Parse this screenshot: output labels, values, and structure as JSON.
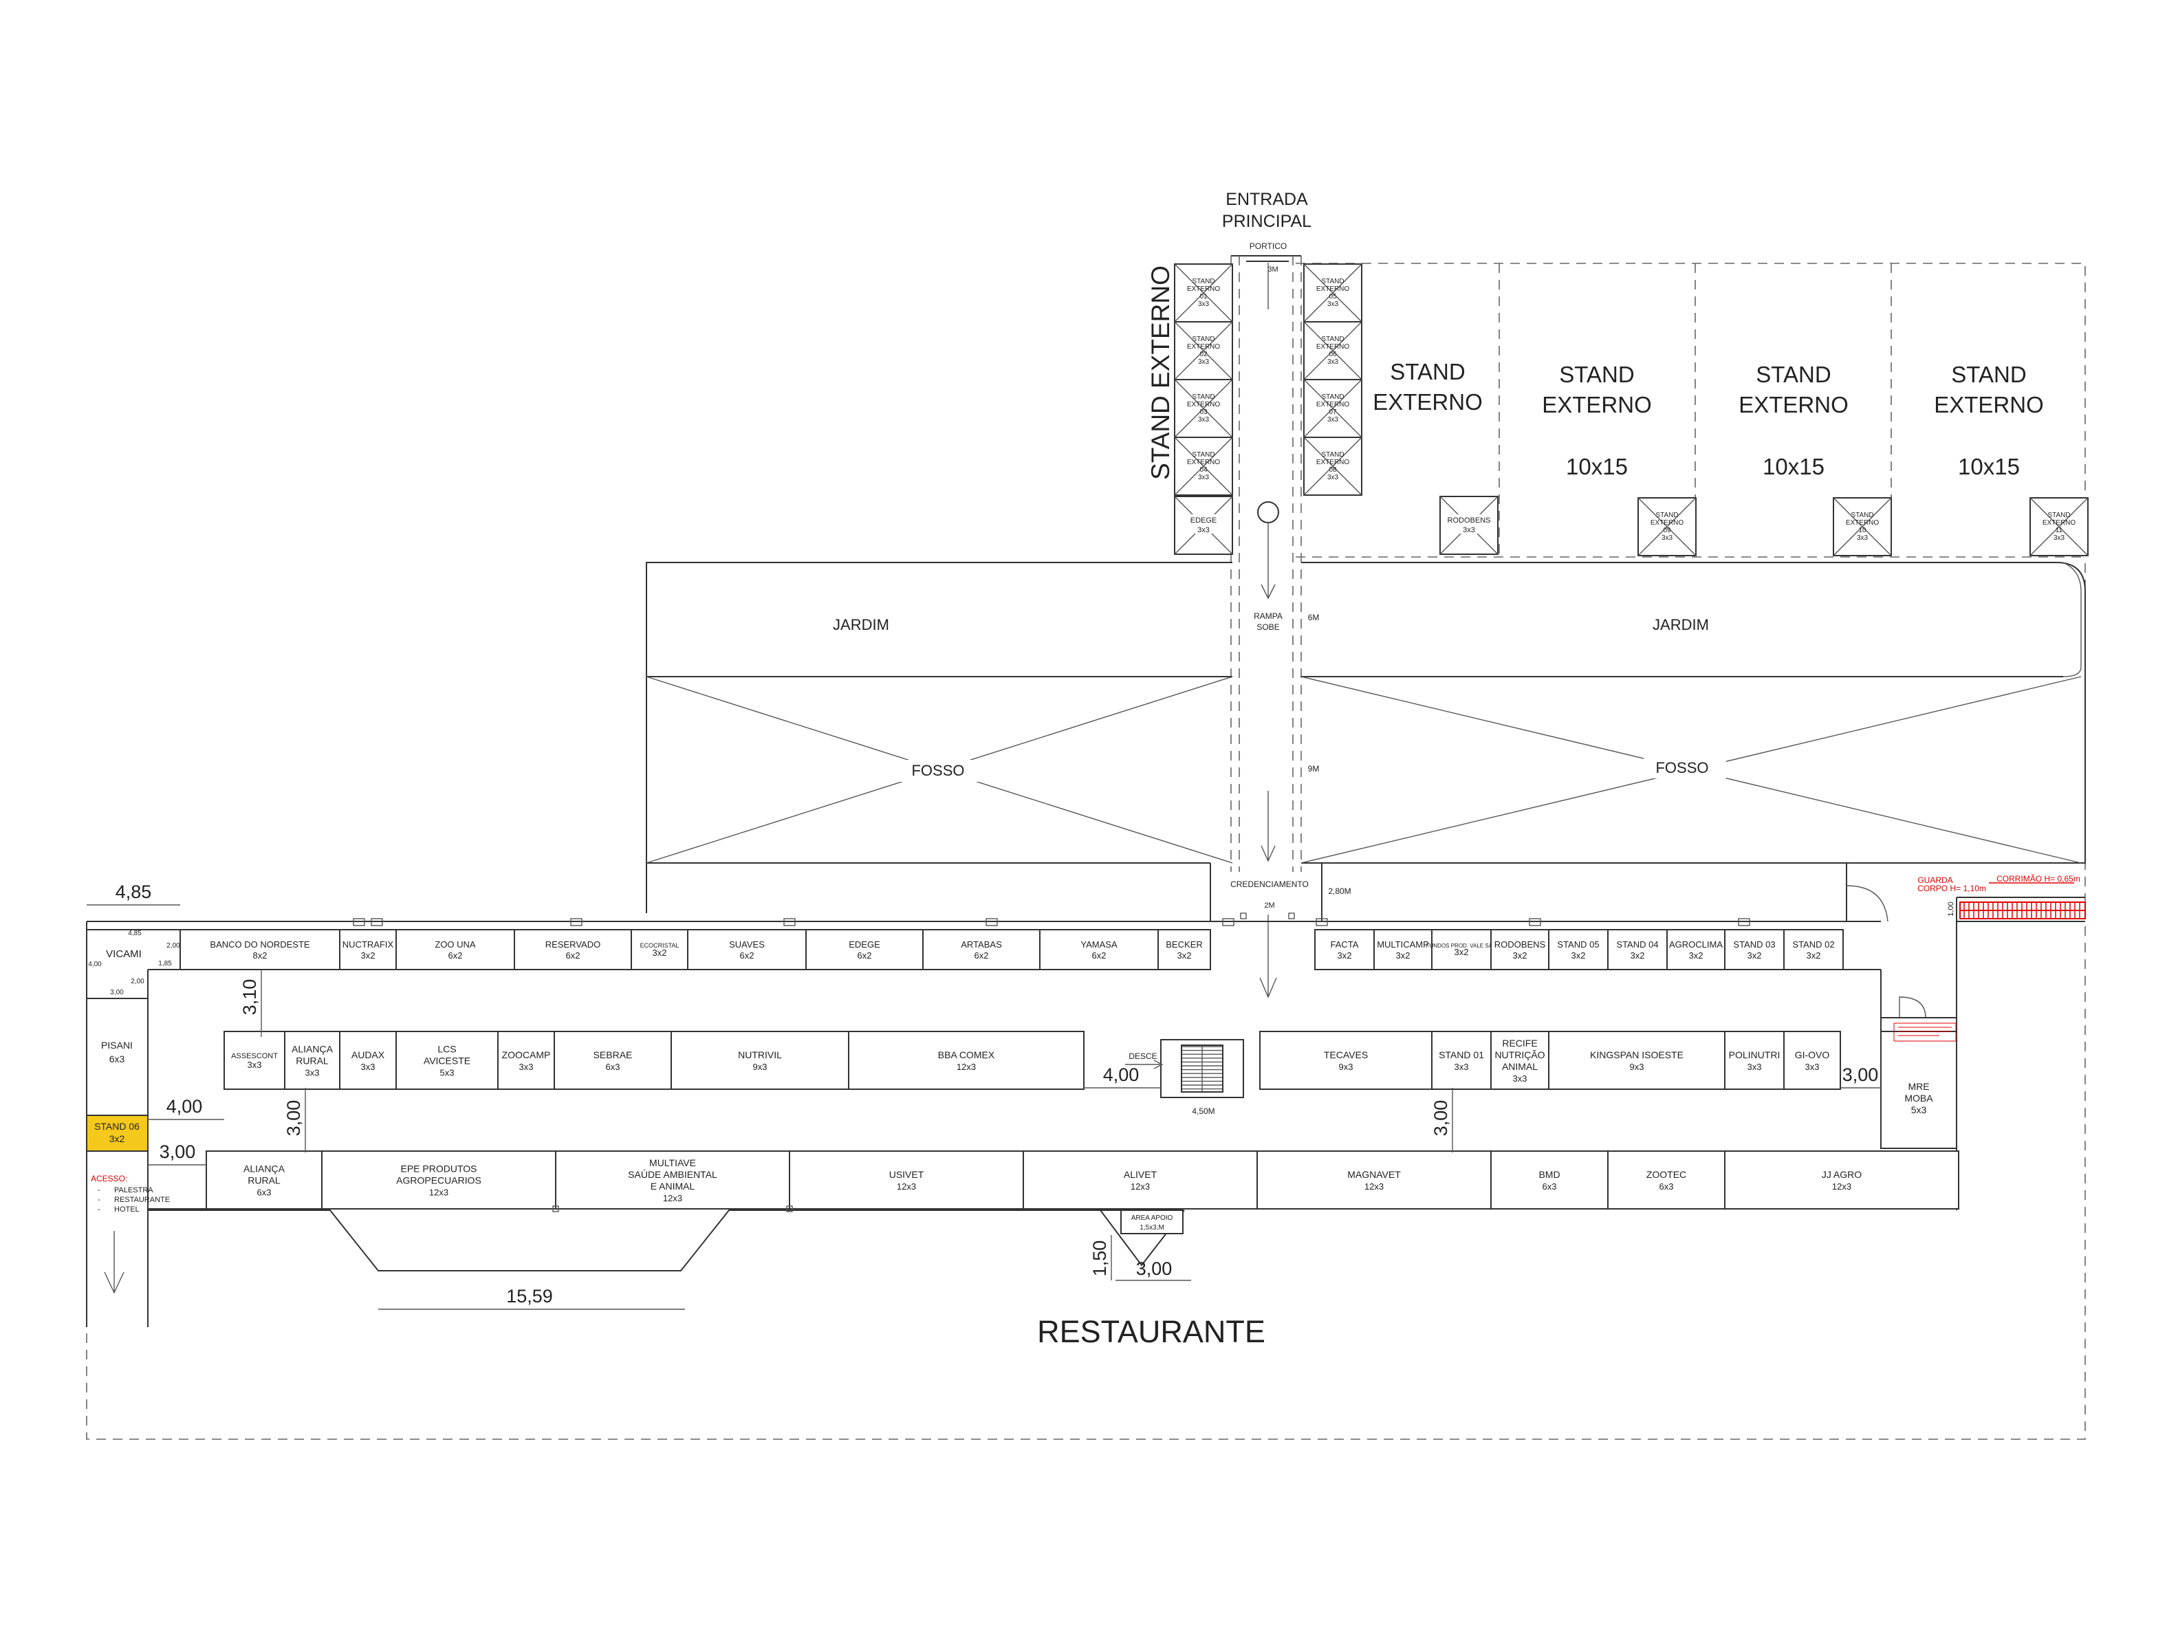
{
  "colors": {
    "highlight": "#f5c91b",
    "line": "#333333",
    "red_note": "#e00000"
  },
  "entrance": {
    "line1": "ENTRADA",
    "line2": "PRINCIPAL",
    "portico": "PORTICO",
    "width": "3M"
  },
  "vertical_label": "STAND EXTERNO",
  "left_externals": [
    {
      "l1": "STAND",
      "l2": "EXTERNO",
      "l3": "01",
      "size": "3x3"
    },
    {
      "l1": "STAND",
      "l2": "EXTERNO",
      "l3": "02",
      "size": "3x3"
    },
    {
      "l1": "STAND",
      "l2": "EXTERNO",
      "l3": "03",
      "size": "3x3"
    },
    {
      "l1": "STAND",
      "l2": "EXTERNO",
      "l3": "04",
      "size": "3x3"
    }
  ],
  "right_externals": [
    {
      "l1": "STAND",
      "l2": "EXTERNO",
      "l3": "05",
      "size": "3x3"
    },
    {
      "l1": "STAND",
      "l2": "EXTERNO",
      "l3": "06",
      "size": "3x3"
    },
    {
      "l1": "STAND",
      "l2": "EXTERNO",
      "l3": "07",
      "size": "3x3"
    },
    {
      "l1": "STAND",
      "l2": "EXTERNO",
      "l3": "08",
      "size": "3x3"
    }
  ],
  "edege_box": {
    "name": "EDEGE",
    "size": "3x3"
  },
  "rodobens_box": {
    "name": "RODOBENS",
    "size": "3x3"
  },
  "big_stands": [
    {
      "l1": "STAND",
      "l2": "EXTERNO",
      "size": ""
    },
    {
      "l1": "STAND",
      "l2": "EXTERNO",
      "size": "10x15"
    },
    {
      "l1": "STAND",
      "l2": "EXTERNO",
      "size": "10x15"
    },
    {
      "l1": "STAND",
      "l2": "EXTERNO",
      "size": "10x15"
    }
  ],
  "small_externals": [
    {
      "l1": "STAND",
      "l2": "EXTERNO",
      "l3": "09",
      "size": "3x3"
    },
    {
      "l1": "STAND",
      "l2": "EXTERNO",
      "l3": "10",
      "size": "3x3"
    },
    {
      "l1": "STAND",
      "l2": "EXTERNO",
      "l3": "11",
      "size": "3x3"
    }
  ],
  "garden": {
    "left": "JARDIM",
    "right": "JARDIM"
  },
  "pit": {
    "left": "FOSSO",
    "right": "FOSSO"
  },
  "ramp": {
    "l1": "RAMPA",
    "l2": "SOBE",
    "w1": "6M",
    "w2": "9M"
  },
  "credenciamento": {
    "label": "CREDENCIAMENTO",
    "width": "2M",
    "side": "2,80M"
  },
  "dims": {
    "d485": "4,85",
    "d310": "3,10",
    "d400a": "4,00",
    "d300a": "3,00",
    "d300b": "3,00",
    "d400b": "4,00",
    "d300c": "3,00",
    "d300d": "3,00",
    "d150": "1,50",
    "d300e": "3,00",
    "d1559": "15,59",
    "d450m": "4,50M"
  },
  "small_dims": {
    "a": "4,85",
    "b": "2,00",
    "c": "1,85",
    "d": "4,00",
    "e": "2,00",
    "f": "3,00",
    "g": "1,00"
  },
  "top_row_left": [
    {
      "name": "BANCO DO NORDESTE",
      "size": "8x2"
    },
    {
      "name": "NUCTRAFIX",
      "size": "3x2"
    },
    {
      "name": "ZOO UNA",
      "size": "6x2"
    },
    {
      "name": "RESERVADO",
      "size": "6x2"
    },
    {
      "name": "ECOCRISTAL",
      "size": "3x2"
    },
    {
      "name": "SUAVES",
      "size": "6x2"
    },
    {
      "name": "EDEGE",
      "size": "6x2"
    },
    {
      "name": "ARTABAS",
      "size": "6x2"
    },
    {
      "name": "YAMASA",
      "size": "6x2"
    },
    {
      "name": "BECKER",
      "size": "3x2"
    }
  ],
  "top_row_right": [
    {
      "name": "FACTA",
      "size": "3x2"
    },
    {
      "name": "MULTICAMP",
      "size": "3x2"
    },
    {
      "name": "FUNDOS PROD. VALE SÃO",
      "size": "3x2"
    },
    {
      "name": "RODOBENS",
      "size": "3x2"
    },
    {
      "name": "STAND 05",
      "size": "3x2"
    },
    {
      "name": "STAND 04",
      "size": "3x2"
    },
    {
      "name": "AGROCLIMA",
      "size": "3x2"
    },
    {
      "name": "STAND 03",
      "size": "3x2"
    },
    {
      "name": "STAND 02",
      "size": "3x2"
    }
  ],
  "vicami": "VICAMI",
  "pisani": {
    "name": "PISANI",
    "size": "6x3"
  },
  "stand06": {
    "name": "STAND 06",
    "size": "3x2"
  },
  "acessos": {
    "title": "ACESSO:",
    "i1": "PALESTRA",
    "i2": "RESTAURANTE",
    "i3": "HOTEL"
  },
  "mid_row_left": [
    {
      "l1": "ASSESCONT",
      "l2": "",
      "size": "3x3"
    },
    {
      "l1": "ALIANÇA",
      "l2": "RURAL",
      "size": "3x3"
    },
    {
      "l1": "AUDAX",
      "l2": "",
      "size": "3x3"
    },
    {
      "l1": "LCS",
      "l2": "AVICESTE",
      "size": "5x3"
    },
    {
      "l1": "ZOOCAMP",
      "l2": "",
      "size": "3x3"
    },
    {
      "l1": "SEBRAE",
      "l2": "",
      "size": "6x3"
    },
    {
      "l1": "NUTRIVIL",
      "l2": "",
      "size": "9x3"
    },
    {
      "l1": "BBA COMEX",
      "l2": "",
      "size": "12x3"
    }
  ],
  "stairs": {
    "label": "DESCE"
  },
  "mid_row_right": [
    {
      "l1": "TECAVES",
      "l2": "",
      "l3": "",
      "size": "9x3"
    },
    {
      "l1": "STAND 01",
      "l2": "",
      "l3": "",
      "size": "3x3"
    },
    {
      "l1": "RECIFE",
      "l2": "NUTRIÇÃO",
      "l3": "ANIMAL",
      "size": "3x3"
    },
    {
      "l1": "KINGSPAN ISOESTE",
      "l2": "",
      "l3": "",
      "size": "9x3"
    },
    {
      "l1": "POLINUTRI",
      "l2": "",
      "l3": "",
      "size": "3x3"
    },
    {
      "l1": "GI-OVO",
      "l2": "",
      "l3": "",
      "size": "3x3"
    }
  ],
  "mre": {
    "l1": "MRE",
    "l2": "MOBA",
    "size": "5x3"
  },
  "bottom_row": [
    {
      "l1": "ALIANÇA",
      "l2": "RURAL",
      "l3": "",
      "size": "6x3"
    },
    {
      "l1": "EPE PRODUTOS",
      "l2": "AGROPECUARIOS",
      "l3": "",
      "size": "12x3"
    },
    {
      "l1": "MULTIAVE",
      "l2": "SAÚDE AMBIENTAL",
      "l3": "E ANIMAL",
      "size": "12x3"
    },
    {
      "l1": "USIVET",
      "l2": "",
      "l3": "",
      "size": "12x3"
    },
    {
      "l1": "ALIVET",
      "l2": "",
      "l3": "",
      "size": "12x3"
    },
    {
      "l1": "MAGNAVET",
      "l2": "",
      "l3": "",
      "size": "12x3"
    },
    {
      "l1": "BMD",
      "l2": "",
      "l3": "",
      "size": "6x3"
    },
    {
      "l1": "ZOOTEC",
      "l2": "",
      "l3": "",
      "size": "6x3"
    },
    {
      "l1": "JJ AGRO",
      "l2": "",
      "l3": "",
      "size": "12x3"
    }
  ],
  "area_apoio": {
    "l1": "AREA APOIO",
    "l2": "1,5x3,M"
  },
  "restaurante": "RESTAURANTE",
  "red_notes": {
    "guarda": "GUARDA",
    "corpo": "CORPO H= 1,10m",
    "corrimao": "CORRIMÃO H= 0,65m"
  }
}
